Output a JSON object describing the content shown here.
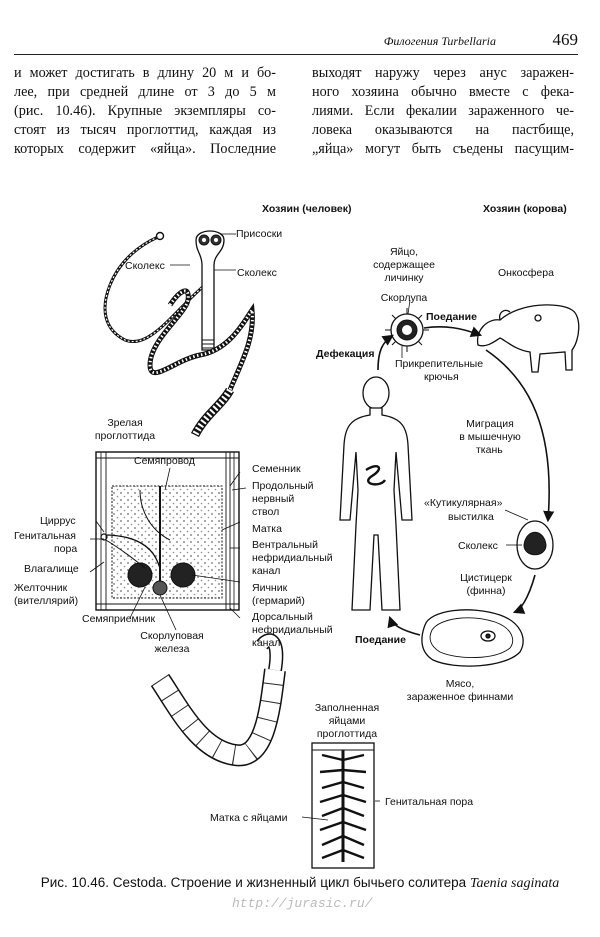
{
  "header": {
    "title": "Филогения Turbellaria",
    "page_number": "469"
  },
  "body_text": {
    "left_lines": [
      "и может достигать в длину 20 м и бо-",
      "лее, при средней длине от 3 до 5 м",
      "(рис. 10.46). Крупные экземпляры со-",
      "стоят из тысяч проглоттид, каждая из",
      "которых содержит «яйца». Последние"
    ],
    "right_lines": [
      "выходят наружу через анус заражен-",
      "ного хозяина обычно вместе с фека-",
      "лиями. Если фекалии зараженного че-",
      "ловека оказываются на пастбище,",
      "„яйца» могут быть съедены пасущим-"
    ]
  },
  "figure": {
    "labels": {
      "host_human": "Хозяин (человек)",
      "host_cow": "Хозяин (корова)",
      "suckers": "Присоски",
      "scolex_a": "Сколекс",
      "scolex_b": "Сколекс",
      "egg_1": "Яйцо,",
      "egg_2": "содержащее",
      "egg_3": "личинку",
      "shell": "Скорлупа",
      "oncosphere": "Онкосфера",
      "ingestion_top": "Поедание",
      "defecation": "Дефекация",
      "hooks_1": "Прикрепительные",
      "hooks_2": "крючья",
      "mature_1": "Зрелая",
      "mature_2": "проглоттида",
      "migration_1": "Миграция",
      "migration_2": "в мышечную",
      "migration_3": "ткань",
      "vas_deferens": "Семяпровод",
      "testis": "Семенник",
      "long_1": "Продольный",
      "long_2": "нервный",
      "long_3": "ствол",
      "uterus": "Матка",
      "vent_1": "Вентральный",
      "vent_2": "нефридиальный",
      "vent_3": "канал",
      "cirrus": "Циррус",
      "genpore_1": "Генитальная",
      "genpore_2": "пора",
      "vagina": "Влагалище",
      "vitel_1": "Желточник",
      "vitel_2": "(вителлярий)",
      "ovary_1": "Яичник",
      "ovary_2": "(гермарий)",
      "seminal": "Семяприемник",
      "dors_1": "Дорсальный",
      "dors_2": "нефридиальный",
      "dors_3": "канал",
      "shellgl_1": "Скорлуповая",
      "shellgl_2": "железа",
      "cuticle_1": "«Кутикулярная»",
      "cuticle_2": "выстилка",
      "scolex_c": "Сколекс",
      "cyst_1": "Цистицерк",
      "cyst_2": "(финна)",
      "ingestion_bottom": "Поедание",
      "meat_1": "Мясо,",
      "meat_2": "зараженное финнами",
      "filled_1": "Заполненная",
      "filled_2": "яйцами",
      "filled_3": "проглоттида",
      "genpore_b": "Генитальная пора",
      "uterus_eggs": "Матка с яйцами"
    }
  },
  "caption": {
    "text": "Рис. 10.46. Cestoda. Строение и жизненный цикл бычьего солитера",
    "species": "Taenia saginata"
  },
  "watermark": "http://jurasic.ru/"
}
